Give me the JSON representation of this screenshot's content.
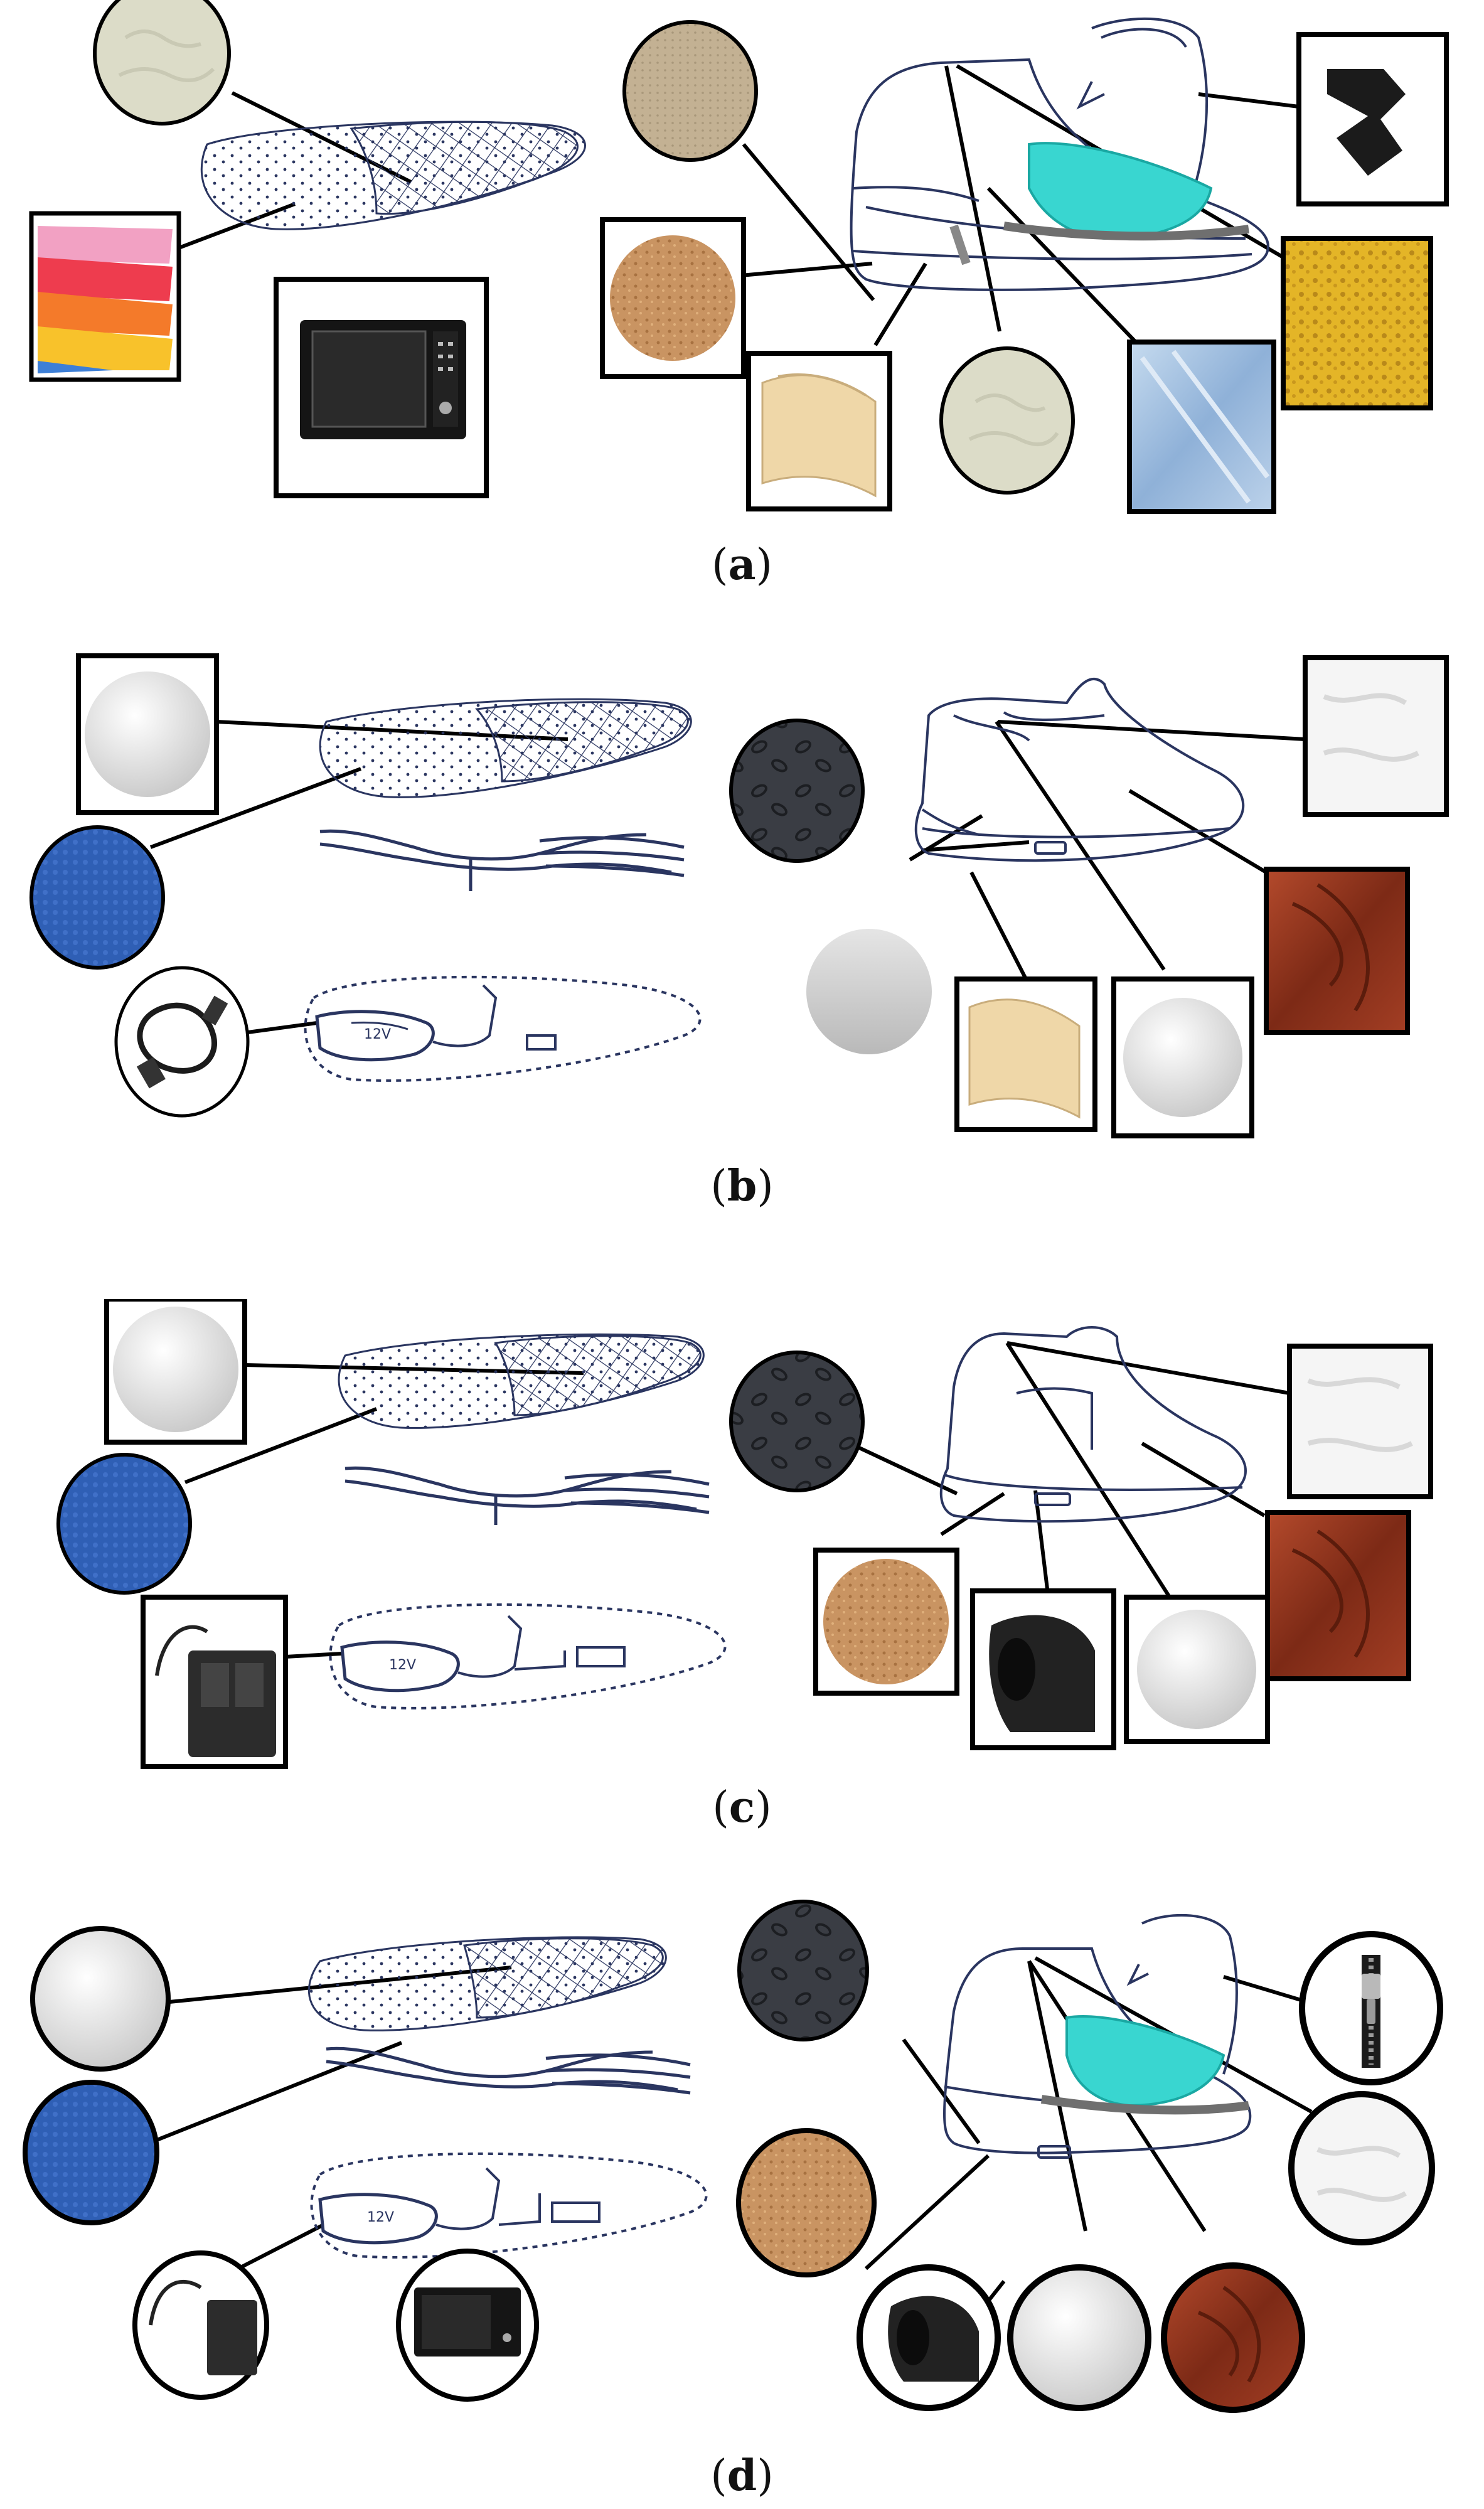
{
  "panels": [
    {
      "id": "a",
      "label": "a"
    },
    {
      "id": "b",
      "label": "b"
    },
    {
      "id": "c",
      "label": "c"
    },
    {
      "id": "d",
      "label": "d"
    }
  ],
  "colors": {
    "sketch": "#2a3560",
    "connector": "#000000",
    "swatch_frame": "#000000",
    "cream_foam": "#dcdcc8",
    "beige_mesh": "#c3b193",
    "cork": "#c99462",
    "leather_sheet": "#efd7a8",
    "light_blue_fabric": "#a9c4e2",
    "yellow_sponge": "#e4b527",
    "black_velcro": "#1b1b1b",
    "cyan_gel": "#39d6d0",
    "white_foam": "#e8e8e8",
    "blue_fabric": "#2f5fb5",
    "dark_rubber": "#3a3d44",
    "grey_disc": "#cfcfcf",
    "rust_fabric": "#9b3621",
    "white_fleece": "#f5f5f5",
    "black_rubber": "#222222"
  },
  "icons": [
    "colored-felt-sheets-icon",
    "microwave-oven-icon",
    "velcro-strap-icon",
    "usb-cable-icon",
    "battery-charger-icon",
    "zipper-icon",
    "heating-wire-icon",
    "battery-pack-icon"
  ]
}
